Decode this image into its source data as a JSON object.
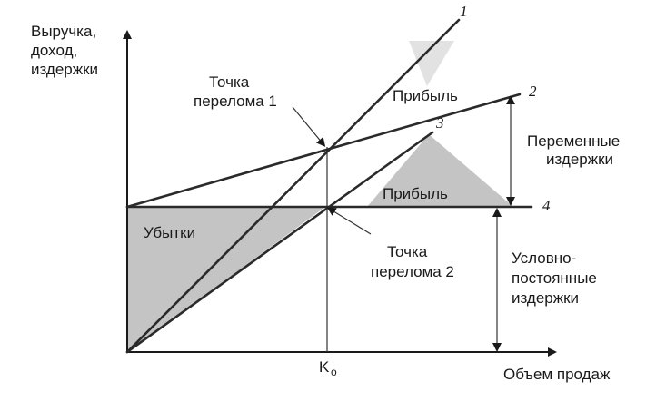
{
  "colors": {
    "line": "#2a2a2a",
    "shade": "#c4c4c4",
    "text": "#1a1a1a",
    "background": "#ffffff"
  },
  "axis": {
    "y_label": [
      "Выручка,",
      "доход,",
      "издержки"
    ],
    "x_label": "Объем продаж",
    "x_marker": "K",
    "x_marker_sub": "o"
  },
  "lines": {
    "revenue_id": "1",
    "total_costs_id": "2",
    "income_id": "3",
    "fixed_costs_id": "4"
  },
  "labels": {
    "breakeven_1": [
      "Точка",
      "перелома 1"
    ],
    "breakeven_2": [
      "Точка",
      "перелома 2"
    ],
    "profit_upper": "Прибыль",
    "profit_lower": "Прибыль",
    "losses": "Убытки",
    "variable_costs": [
      "Переменные",
      "издержки"
    ],
    "fixed_costs": [
      "Условно-",
      "постоянные",
      "издержки"
    ]
  }
}
